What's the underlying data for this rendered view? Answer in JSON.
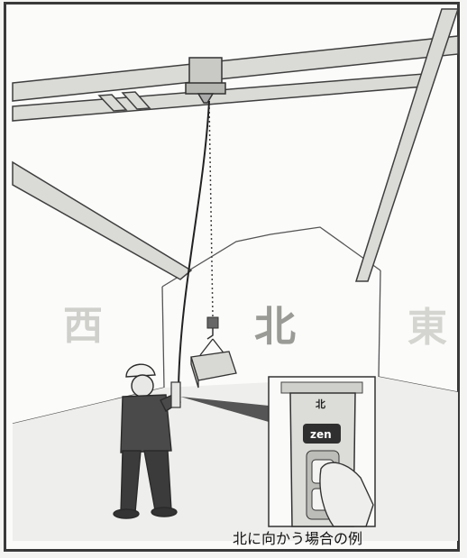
{
  "directions": {
    "west": "西",
    "north": "北",
    "east": "東"
  },
  "remote": {
    "top_label": "北",
    "brand": "zen"
  },
  "caption": "北に向かう場合の例"
}
